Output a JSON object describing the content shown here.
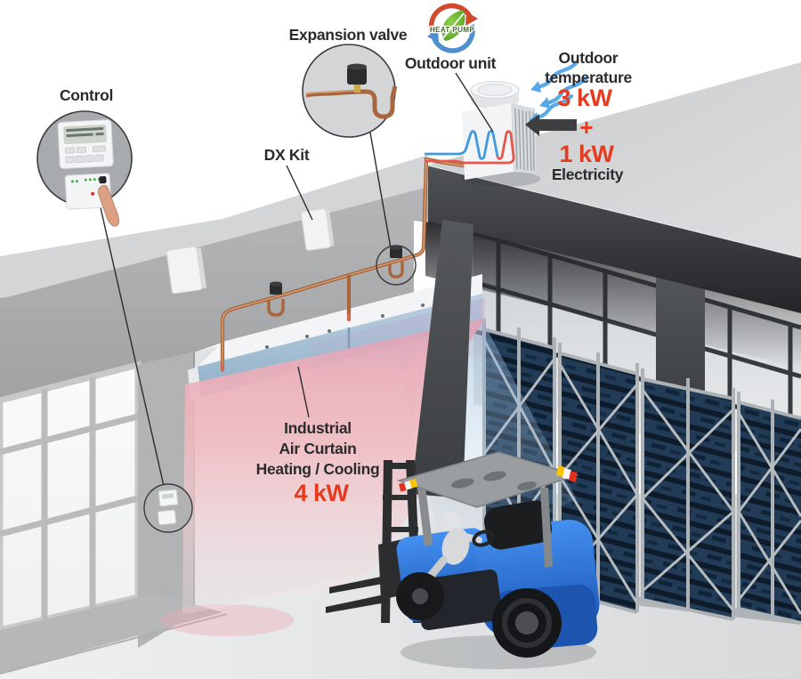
{
  "annotations": {
    "control": {
      "label": "Control"
    },
    "expansion_valve": {
      "label": "Expansion valve"
    },
    "dx_kit": {
      "label": "DX Kit"
    },
    "outdoor_unit": {
      "label": "Outdoor unit"
    },
    "outdoor_temperature": {
      "line1": "Outdoor",
      "line2": "temperature",
      "value": "3 kW",
      "plus": "+",
      "electricity_value": "1 kW",
      "electricity_label": "Electricity"
    },
    "air_curtain": {
      "line1": "Industrial",
      "line2": "Air Curtain",
      "line3": "Heating / Cooling",
      "value": "4 kW"
    },
    "heat_pump_logo": {
      "text": "HEAT PUMP"
    }
  },
  "colors": {
    "accent_red": "#e63a1f",
    "text_dark": "#2b2b2d",
    "copper_pipe": "#a8663f",
    "warm_air_pink": "#eeb0ba",
    "cool_air_blue": "#a9c3d9",
    "forklift_blue": "#2f7ce0",
    "tray_navy": "#223c57",
    "leaf_green": "#5cb531",
    "intake_arrow_blue": "#57a9e8"
  }
}
